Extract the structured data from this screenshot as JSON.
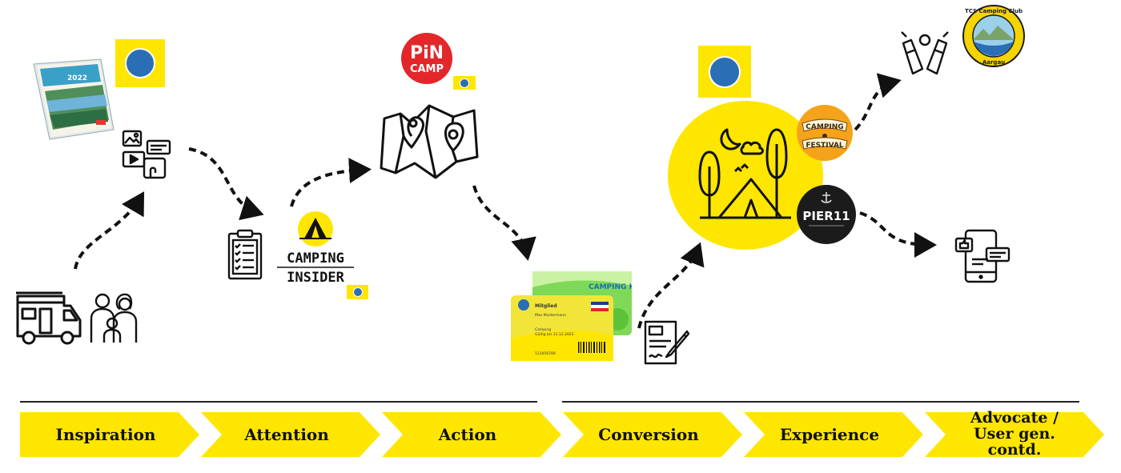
{
  "logos": {
    "pincamp_line1": "PiN",
    "pincamp_line2": "CAMP",
    "camping_insider_line1": "CAMPING",
    "camping_insider_line2": "INSIDER",
    "camping_festival_line1": "CAMPING",
    "camping_festival_line2": "FESTIVAL",
    "pier11": "PIER11",
    "tcs_club_ring": "TCS Camping Club",
    "tcs_club_bottom": "Aargau",
    "catalog_year": "2022"
  },
  "cards": {
    "key_title": "CAMPING Key",
    "member_label": "Mitglied",
    "member_name": "Max Mustermann",
    "member_type": "Camping",
    "valid_until": "Gültig bis 31.12.2023",
    "member_no": "123456789"
  },
  "journey": {
    "steps": [
      {
        "label": "Inspiration"
      },
      {
        "label": "Attention"
      },
      {
        "label": "Action"
      },
      {
        "label": "Conversion"
      },
      {
        "label": "Experience"
      },
      {
        "label": "Advocate / User gen. contd."
      }
    ]
  },
  "colors": {
    "tcs_yellow": "#ffe600",
    "pincamp_red": "#e3262a",
    "festival_orange": "#f4a31b",
    "key_green": "#7ed957",
    "tcs_blue": "#2a6fb5"
  },
  "icons": [
    "camper-van-icon",
    "family-icon",
    "media-content-icon",
    "checklist-icon",
    "tent-icon",
    "map-pins-icon",
    "signature-form-icon",
    "camping-scene-icon",
    "cheers-glasses-icon",
    "social-feedback-icon"
  ]
}
